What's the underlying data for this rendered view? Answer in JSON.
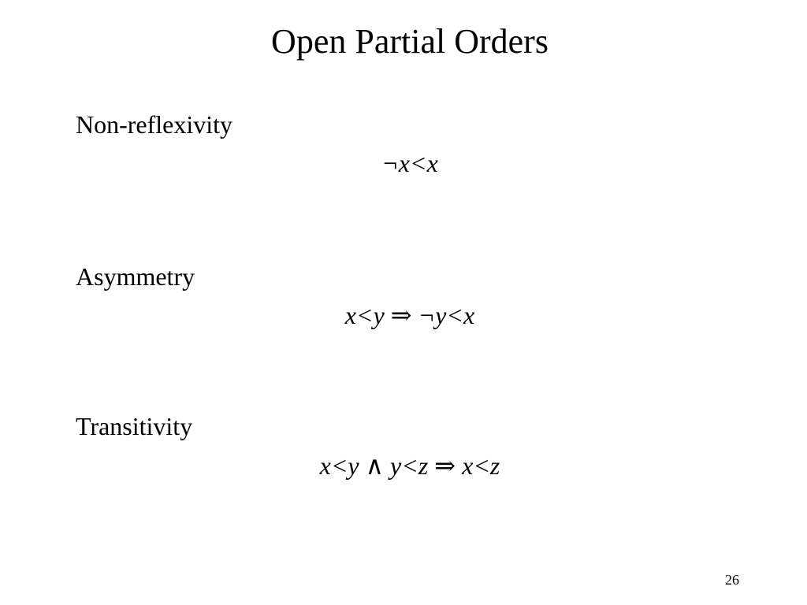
{
  "slide": {
    "title": "Open Partial Orders",
    "properties": [
      {
        "heading": "Non-reflexivity",
        "formula": "¬x<x"
      },
      {
        "heading": "Asymmetry",
        "formula": "x<y ⇒ ¬y<x"
      },
      {
        "heading": "Transitivity",
        "formula": "x<y ∧ y<z ⇒ x<z"
      }
    ],
    "page_number": "26"
  }
}
